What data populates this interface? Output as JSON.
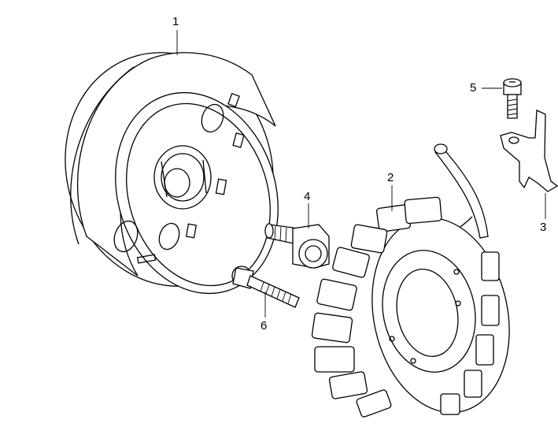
{
  "callouts": [
    {
      "id": "1",
      "label": "1",
      "part": "flywheel-rotor"
    },
    {
      "id": "2",
      "label": "2",
      "part": "stator-coil"
    },
    {
      "id": "3",
      "label": "3",
      "part": "wire-clamp-bracket"
    },
    {
      "id": "4",
      "label": "4",
      "part": "rotor-bolt-with-washer"
    },
    {
      "id": "5",
      "label": "5",
      "part": "socket-head-screw"
    },
    {
      "id": "6",
      "label": "6",
      "part": "stator-bolt"
    }
  ]
}
